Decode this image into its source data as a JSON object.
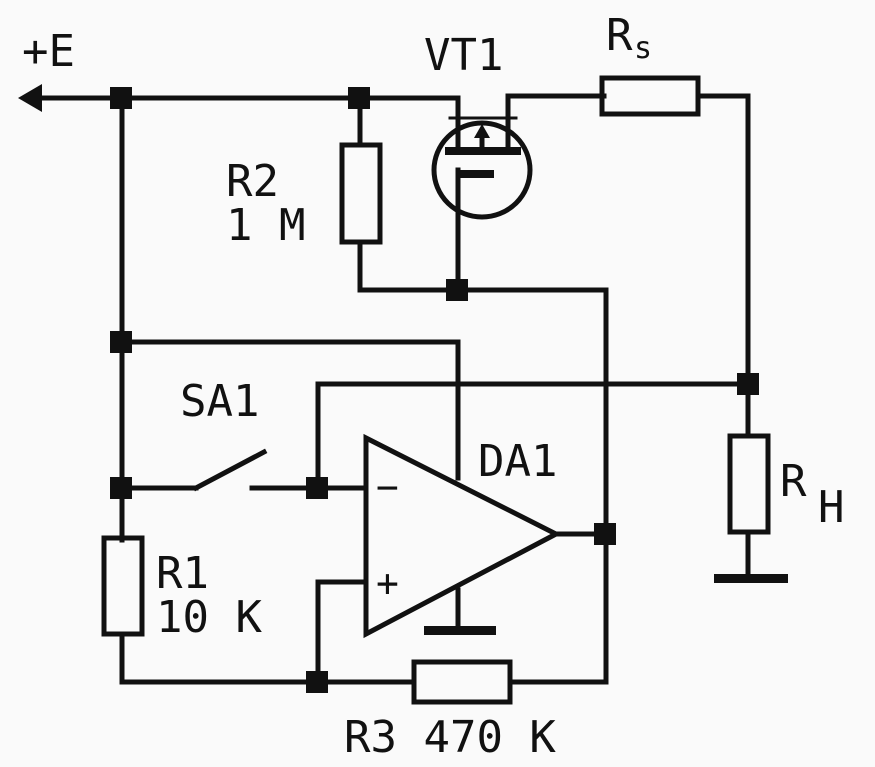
{
  "labels": {
    "supply": "+E",
    "vt1": "VT1",
    "rs_main": "R",
    "rs_sub": "s",
    "r2_name": "R2",
    "r2_value": "1 M",
    "sa1": "SA1",
    "da1": "DA1",
    "rh_main": "R",
    "rh_sub": "H",
    "r1_name": "R1",
    "r1_value": "10 K",
    "r3": "R3 470 K",
    "minus": "−",
    "plus": "+"
  }
}
